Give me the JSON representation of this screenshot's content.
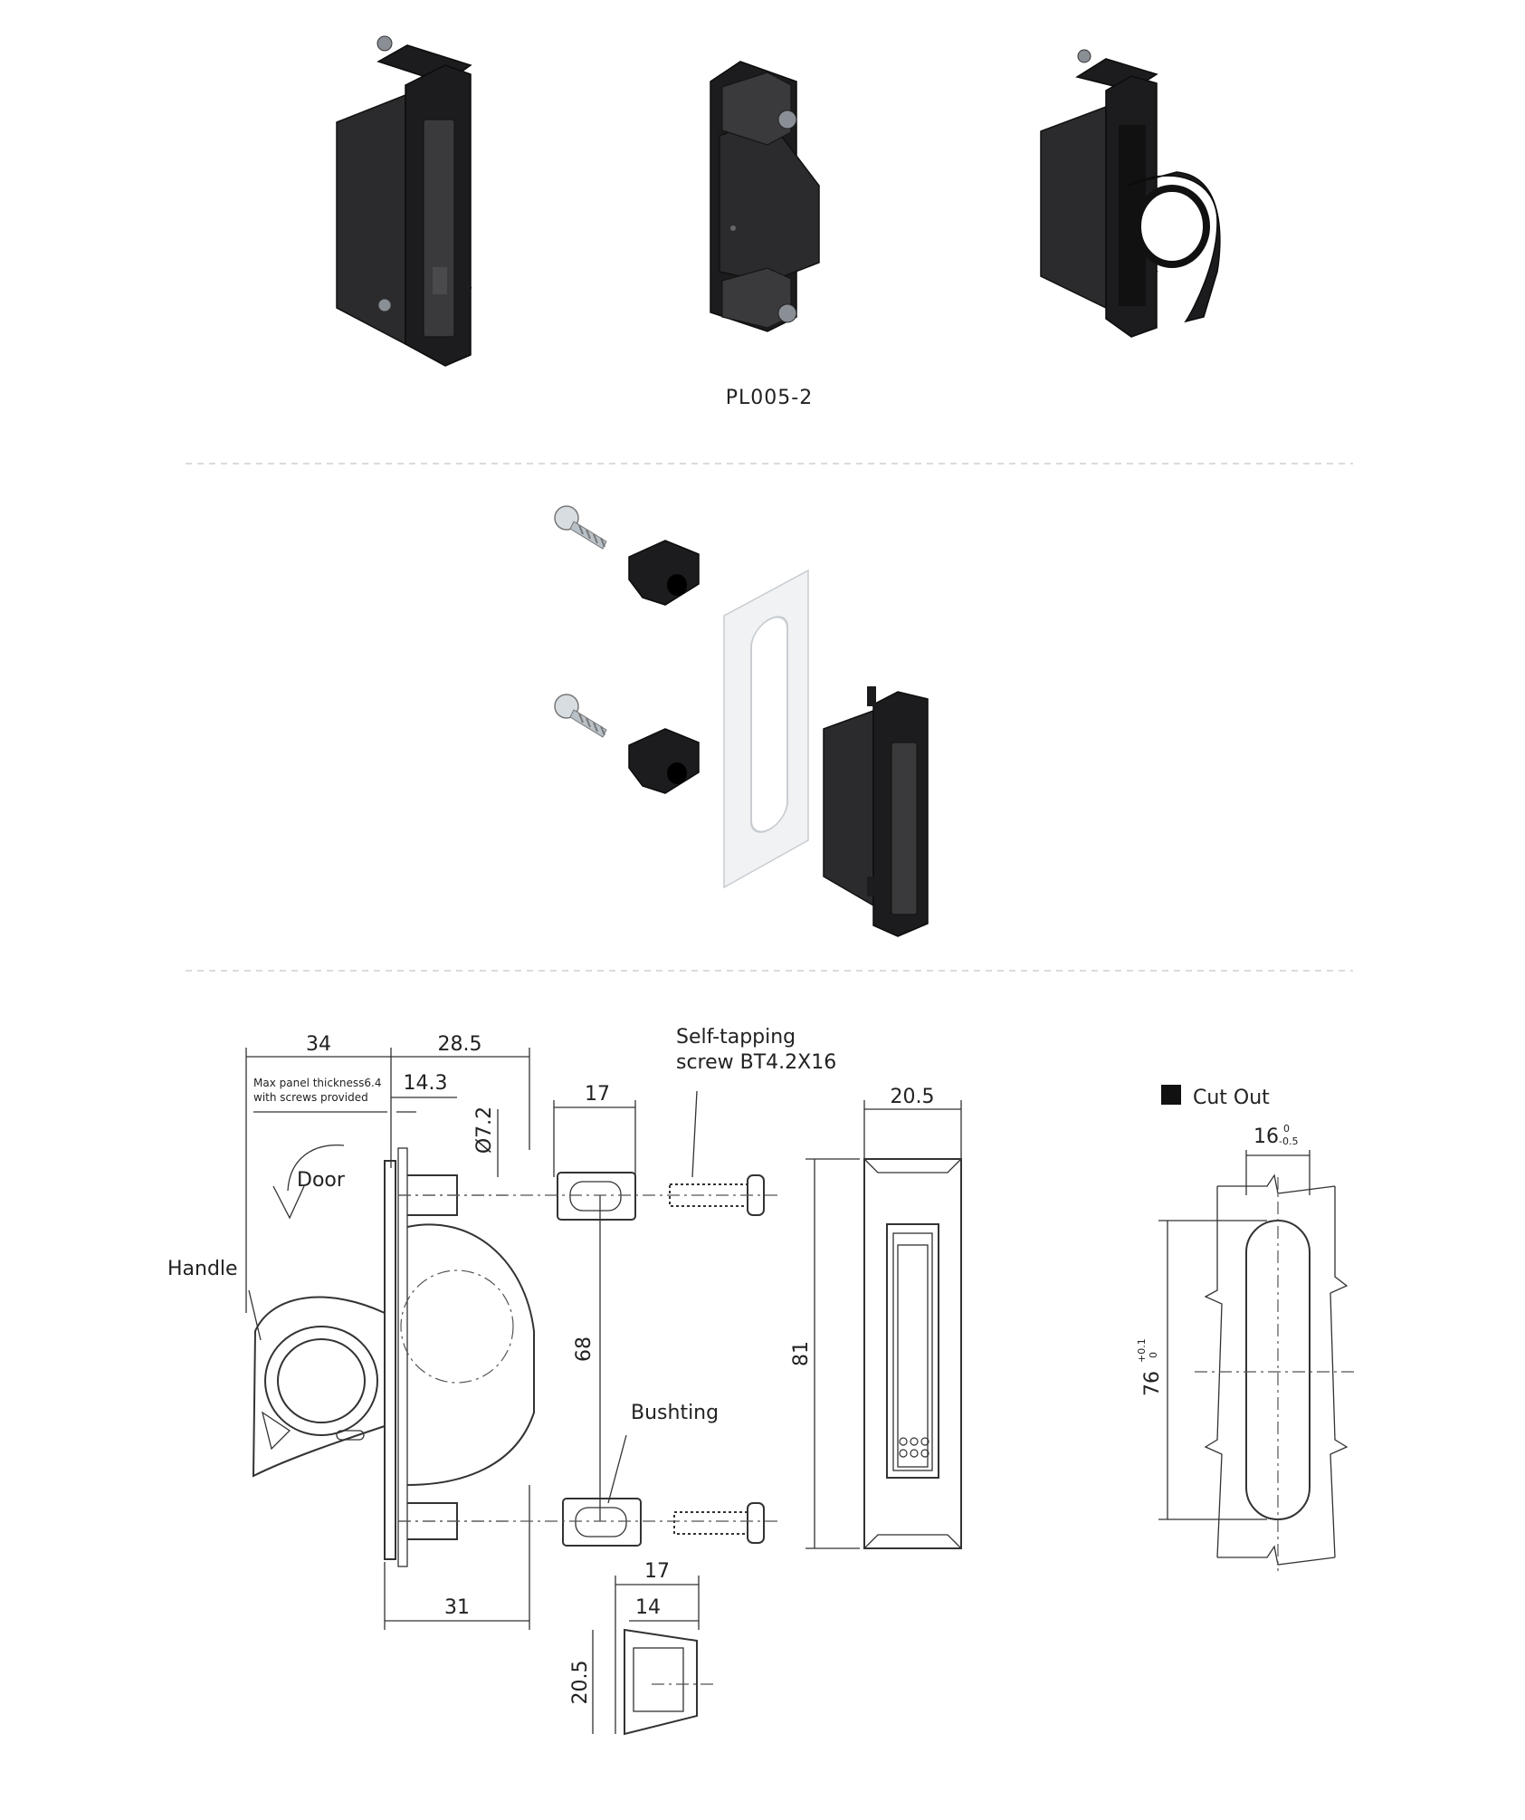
{
  "product": {
    "model_code": "PL005-2"
  },
  "drawing": {
    "labels": {
      "door": "Door",
      "handle": "Handle",
      "bushing": "Bushting",
      "screw_line1": "Self-tapping",
      "screw_line2": "screw BT4.2X16",
      "panel_line1": "Max panel thickness6.4",
      "panel_line2": "with screws provided",
      "cut_out": "Cut Out"
    },
    "dimensions": {
      "d34": "34",
      "d28_5": "28.5",
      "d14_3": "14.3",
      "d7_2": "Ø7.2",
      "d17_top": "17",
      "d68": "68",
      "d31": "31",
      "d17_bottom": "17",
      "d14": "14",
      "d20_5_bushing": "20.5",
      "d20_5_front": "20.5",
      "d81": "81",
      "d16": "16",
      "d16_tol_upper": "0",
      "d16_tol_lower": "-0.5",
      "d76": "76",
      "d76_tol_upper": "+0.1",
      "d76_tol_lower": "0"
    }
  },
  "colors": {
    "part_black": "#2b2b2d",
    "line": "#333333",
    "separator": "#cfcfcf"
  }
}
